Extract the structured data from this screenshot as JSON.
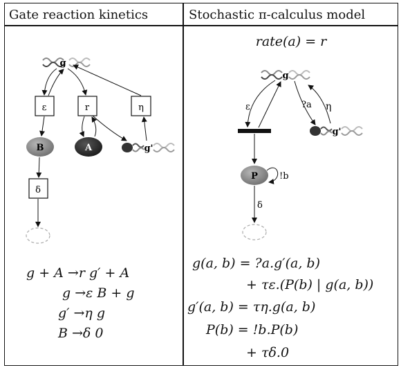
{
  "headers": {
    "left": "Gate reaction kinetics",
    "right": "Stochastic π-calculus model"
  },
  "rate_equation": "rate(a) = r",
  "left_diagram": {
    "gene": "g",
    "gene_modified": "g'",
    "reactions": [
      "ε",
      "r",
      "η",
      "δ"
    ],
    "species": [
      "B",
      "A"
    ]
  },
  "right_diagram": {
    "gene": "g",
    "gene_modified": "g'",
    "edge_labels": [
      "ε",
      "?a",
      "η",
      "!b",
      "δ"
    ],
    "process": "P"
  },
  "left_equations": [
    "g + A  →r  g′ + A",
    "g  →ε  B + g",
    "g′  →η  g",
    "B  →δ  0"
  ],
  "right_equations": [
    "g(a, b)  =  ?a.g′(a, b)",
    "+  τε.(P(b) | g(a, b))",
    "g′(a, b)  =  τη.g(a, b)",
    "P(b)  =  !b.P(b)",
    "+  τδ.0"
  ],
  "colors": {
    "border": "#111111",
    "node_B": "#8a8a8a",
    "node_A": "#2a2a2a",
    "node_P": "#8a8a8a"
  }
}
